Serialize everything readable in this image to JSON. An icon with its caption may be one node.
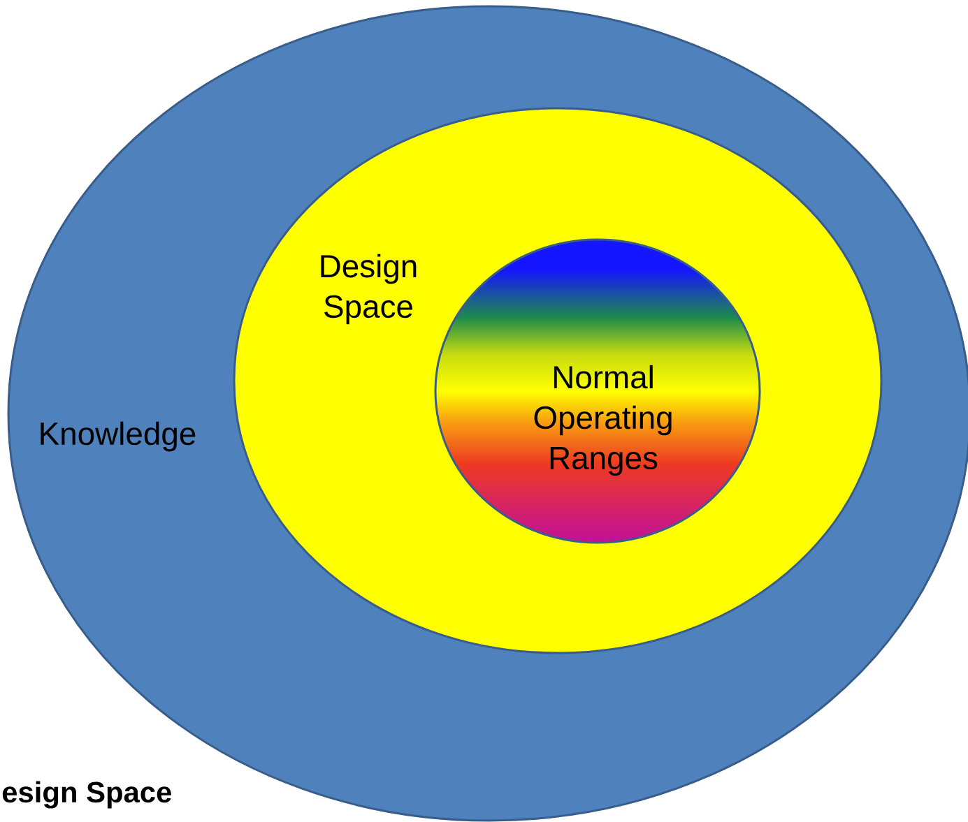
{
  "diagram": {
    "nodes": [
      {
        "text": [
          "Knowledge"
        ]
      },
      {
        "text": [
          "Design Space"
        ],
        "in": 0
      },
      {
        "text": [
          "Normal Operating Ranges"
        ],
        "in": 1
      }
    ],
    "labels": [
      "esign Space"
    ]
  }
}
